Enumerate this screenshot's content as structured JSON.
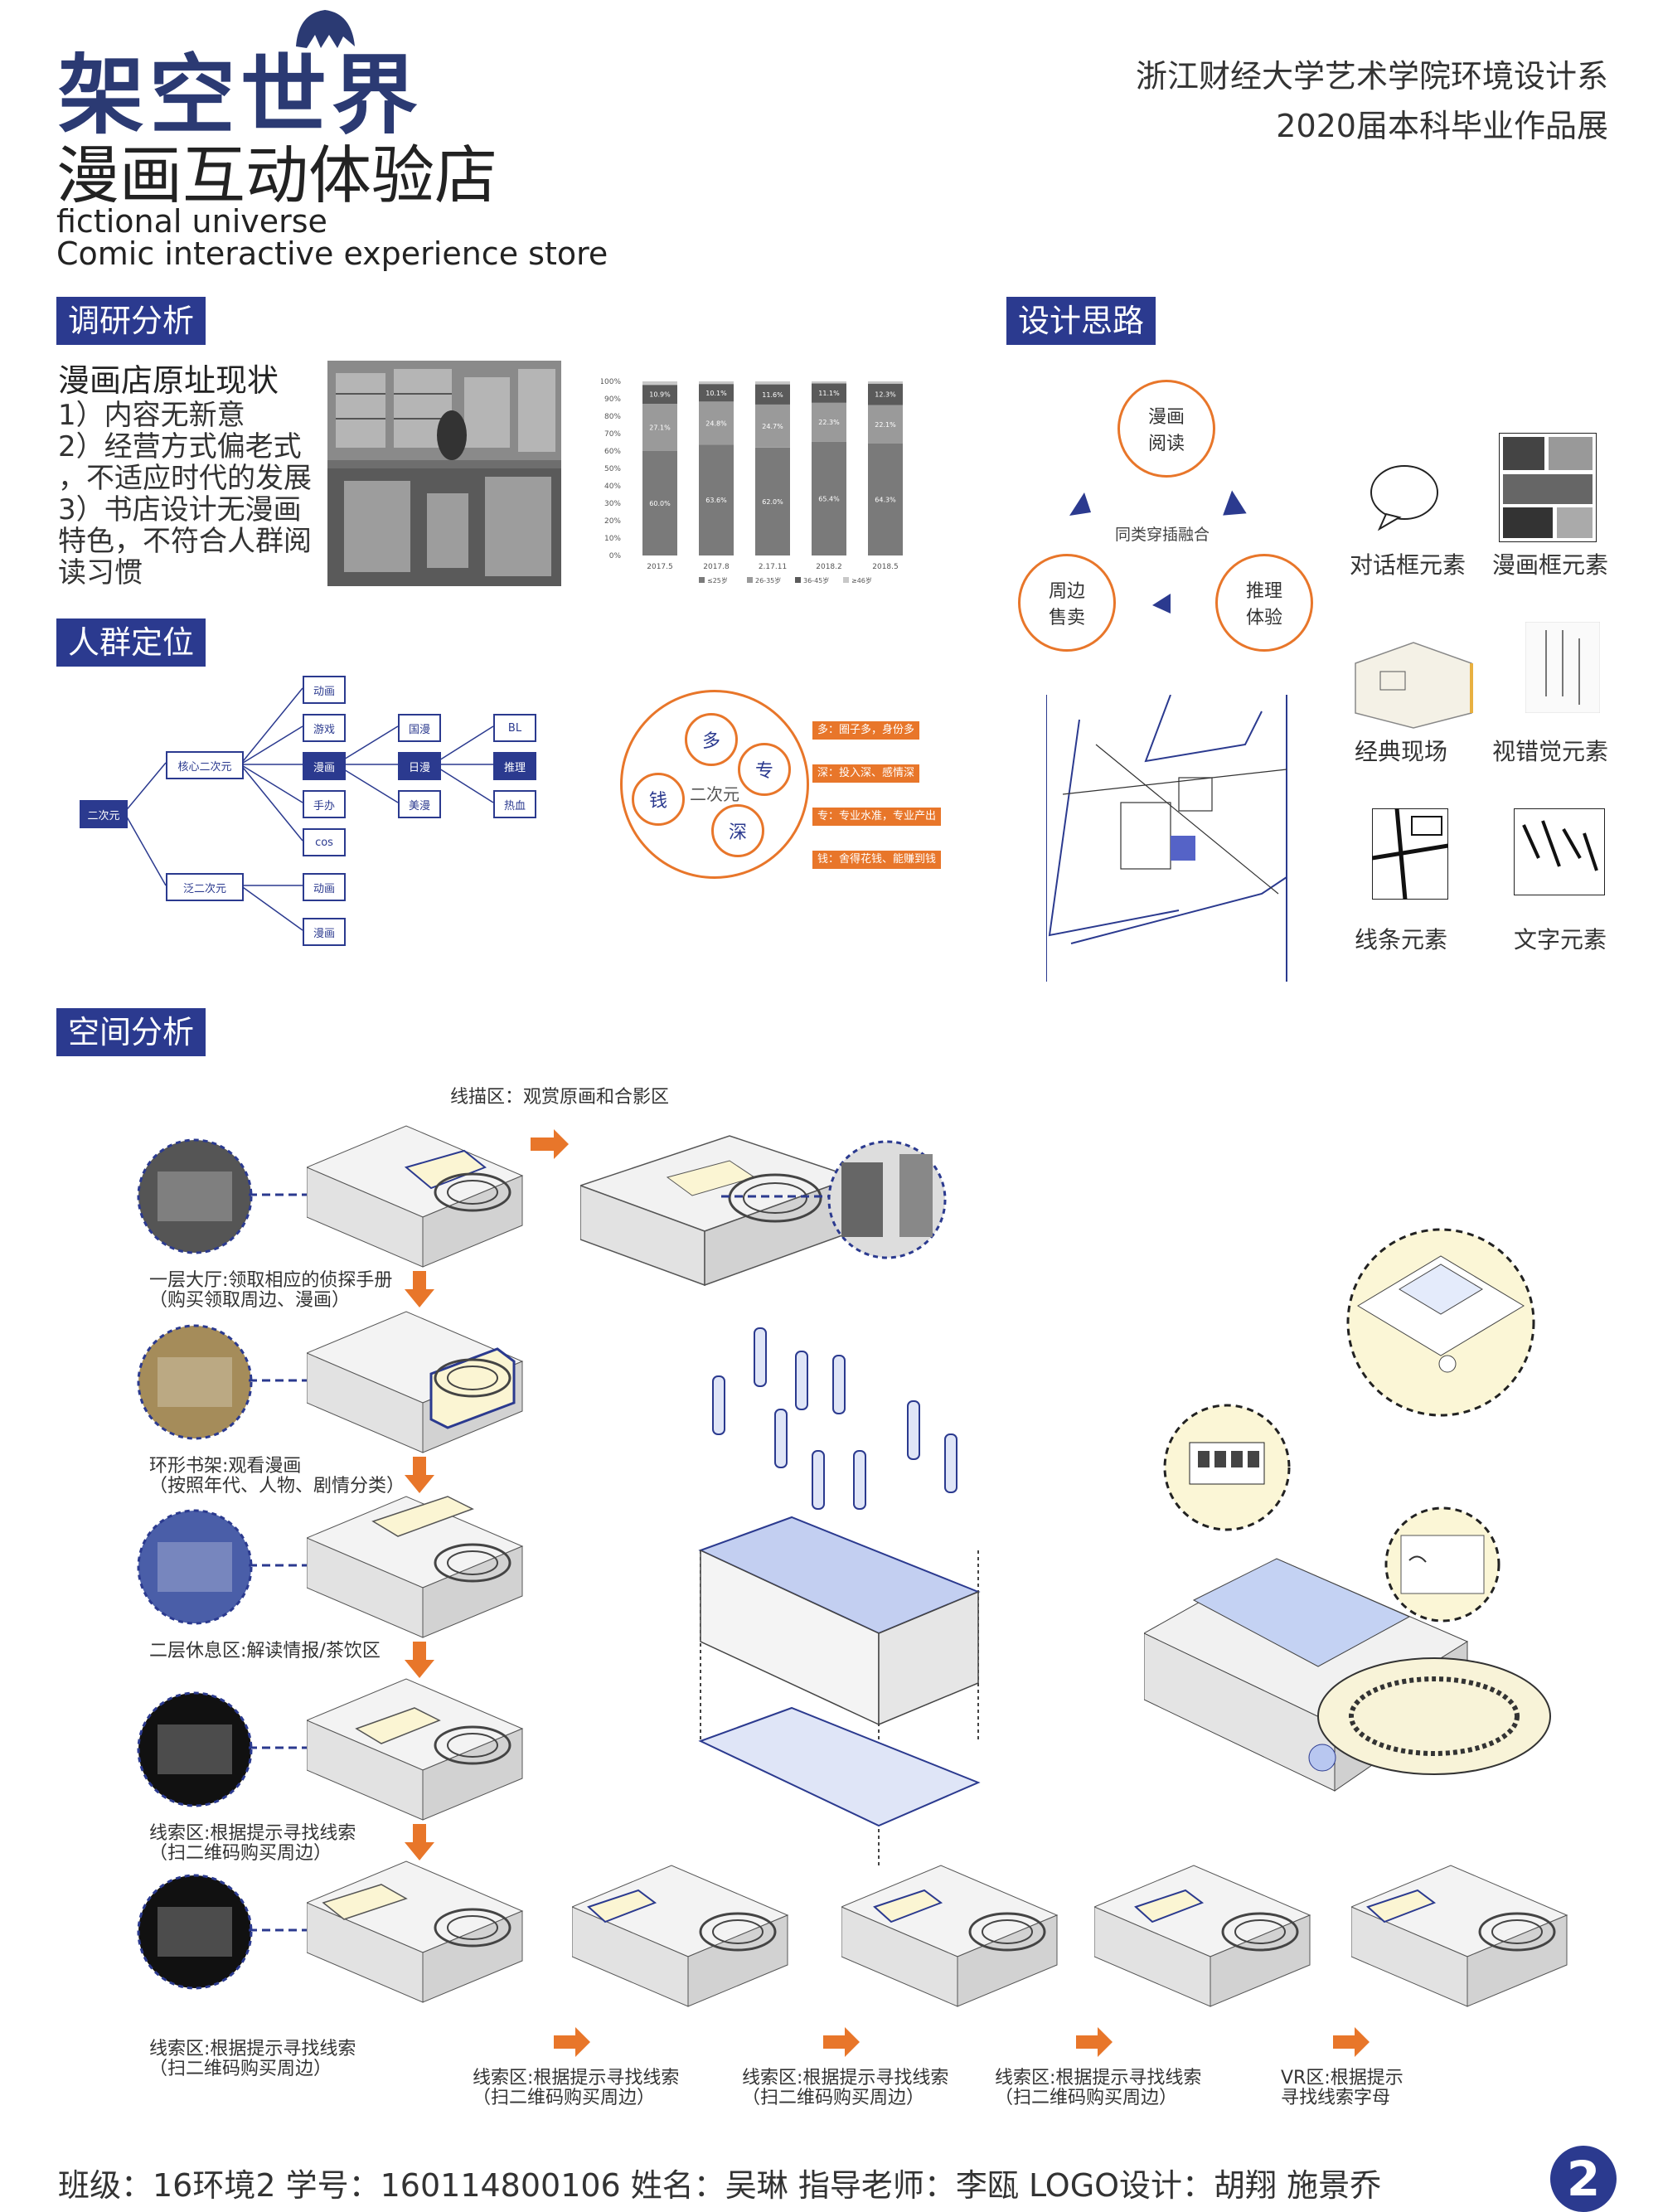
{
  "header": {
    "logo_text": "架空世界",
    "title_cn": "漫画互动体验店",
    "title_en_1": "fictional universe",
    "title_en_2": "Comic interactive experience store",
    "school_line1": "浙江财经大学艺术学院环境设计系",
    "school_line2": "2020届本科毕业作品展"
  },
  "research": {
    "section_title": "调研分析",
    "subtitle": "漫画店原址现状",
    "points": [
      "1）内容无新意",
      "2）经营方式偏老式",
      "，不适应时代的发展",
      "3）书店设计无漫画",
      "特色，不符合人群阅",
      "读习惯"
    ]
  },
  "chart_data": {
    "type": "bar",
    "stacked": true,
    "categories": [
      "2017.5",
      "2017.8",
      "2.17.11",
      "2018.2",
      "2018.5"
    ],
    "series": [
      {
        "name": "≤25岁",
        "values": [
          60.0,
          63.6,
          62.0,
          65.4,
          64.3
        ],
        "labels": [
          "60.0%",
          "63.6%",
          "62.0%",
          "65.4%",
          "64.3%"
        ]
      },
      {
        "name": "26-35岁",
        "values": [
          27.1,
          24.8,
          24.7,
          22.3,
          22.1
        ],
        "labels": [
          "27.1%",
          "24.8%",
          "24.7%",
          "22.3%",
          "22.1%"
        ]
      },
      {
        "name": "36-45岁",
        "values": [
          10.9,
          10.1,
          11.6,
          11.1,
          12.3
        ],
        "labels": [
          "10.9%",
          "10.1%",
          "11.6%",
          "11.1%",
          "12.3%"
        ]
      }
    ],
    "legend": [
      "≤25岁",
      "26-35岁",
      "36-45岁",
      "≥46岁"
    ],
    "yticks": [
      "0%",
      "10%",
      "20%",
      "30%",
      "40%",
      "50%",
      "60%",
      "70%",
      "80%",
      "90%",
      "100%"
    ],
    "ylim": [
      0,
      100
    ],
    "colors": [
      "#7a7a7a",
      "#9a9a9a",
      "#5a5a5a",
      "#c8c8c8"
    ]
  },
  "crowd": {
    "section_title": "人群定位",
    "root": "二次元",
    "core": "核心二次元",
    "pan": "泛二次元",
    "core_children": [
      "动画",
      "游戏",
      "漫画",
      "手办",
      "cos"
    ],
    "pan_children": [
      "动画",
      "漫画"
    ],
    "manga_children": [
      "国漫",
      "日漫",
      "美漫"
    ],
    "japan_children": [
      "BL",
      "推理",
      "热血"
    ],
    "circle_center": "二次元",
    "circle_items": [
      "多",
      "专",
      "钱",
      "深"
    ],
    "tags": [
      "多：圈子多，身份多",
      "深：投入深、感情深",
      "专：专业水准，专业产出",
      "钱：舍得花钱、能赚到钱"
    ]
  },
  "design": {
    "section_title": "设计思路",
    "cycle": [
      "漫画\n阅读",
      "推理\n体验",
      "周边\n售卖"
    ],
    "cycle_center": "同类穿插融合",
    "elements": [
      "对话框元素",
      "漫画框元素",
      "经典现场",
      "视错觉元素",
      "线条元素",
      "文字元素"
    ]
  },
  "space": {
    "section_title": "空间分析",
    "top_caption": "线描区：观赏原画和合影区",
    "left_captions": [
      [
        "一层大厅:领取相应的侦探手册",
        "（购买领取周边、漫画）"
      ],
      [
        "环形书架:观看漫画",
        "（按照年代、人物、剧情分类）"
      ],
      [
        "二层休息区:解读情报/茶饮区"
      ],
      [
        "线索区:根据提示寻找线索",
        "（扫二维码购买周边）"
      ],
      [
        "线索区:根据提示寻找线索",
        "（扫二维码购买周边）"
      ]
    ],
    "bottom_captions": [
      [
        "线索区:根据提示寻找线索",
        "（扫二维码购买周边）"
      ],
      [
        "线索区:根据提示寻找线索",
        "（扫二维码购买周边）"
      ],
      [
        "线索区:根据提示寻找线索",
        "（扫二维码购买周边）"
      ],
      [
        "VR区:根据提示",
        "寻找线索字母"
      ]
    ]
  },
  "footer": {
    "info": "班级：16环境2   学号：160114800106   姓名：吴琳   指导老师：李瓯   LOGO设计：胡翔 施景乔",
    "page": "2"
  }
}
